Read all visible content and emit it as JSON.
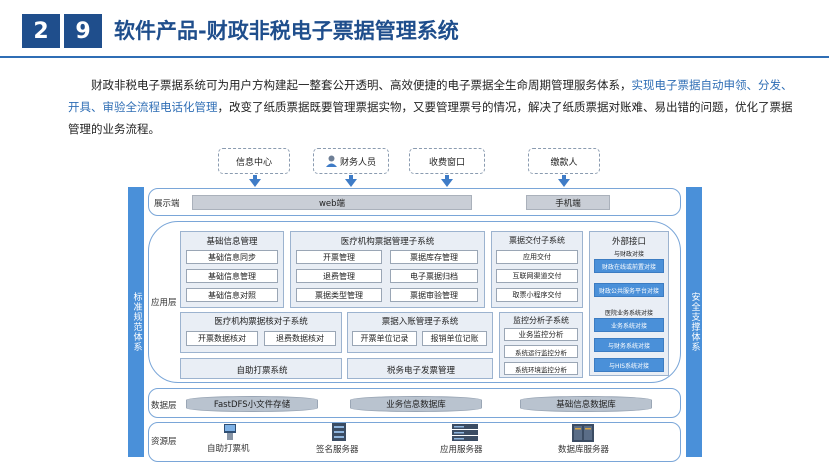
{
  "header": {
    "num1": "2",
    "num2": "9",
    "title": "软件产品-财政非税电子票据管理系统"
  },
  "intro": {
    "p1": "财政非税电子票据系统可为用户方构建起一整套公开透明、高效便捷的电子票据全生命周期管理服务体系，",
    "hl": "实现电子票据自动申领、分发、开具、审验全流程电话化管理",
    "p2": "，改变了纸质票据既要管理票据实物，又要管理票号的情况，解决了纸质票据对账难、易出错的问题，优化了票据管理的业务流程。"
  },
  "top_nodes": [
    "信息中心",
    "财务人员",
    "收费窗口",
    "缴款人"
  ],
  "side": {
    "left": "标准规范体系",
    "right": "安全支撑体系"
  },
  "layers": {
    "display": "展示端",
    "app": "应用层",
    "data": "数据层",
    "res": "资源层"
  },
  "display": {
    "web": "web端",
    "mobile": "手机端"
  },
  "basic": {
    "title": "基础信息管理",
    "items": [
      "基础信息同步",
      "基础信息管理",
      "基础信息对照"
    ]
  },
  "org": {
    "title": "医疗机构票据管理子系统",
    "items": [
      "开票管理",
      "票据库存管理",
      "退费管理",
      "电子票据归档",
      "票据类型管理",
      "票据审验管理"
    ]
  },
  "deliver": {
    "title": "票据交付子系统",
    "items": [
      "应用交付",
      "互联网渠道交付",
      "取票小程序交付"
    ]
  },
  "ext": {
    "title": "外部接口",
    "g1": "与财政对接",
    "g1items": [
      "财政在线或前置对接",
      "财政公共服务平台对接"
    ],
    "g2": "医院业务系统对接",
    "g2items": [
      "业务系统对接",
      "与财务系统对接",
      "与HIS系统对接"
    ]
  },
  "check": {
    "title": "医疗机构票据核对子系统",
    "items": [
      "开票数据核对",
      "退费数据核对"
    ]
  },
  "acct": {
    "title": "票据入账管理子系统",
    "items": [
      "开票单位记录",
      "报销单位记账"
    ]
  },
  "monitor": {
    "title": "监控分析子系统",
    "items": [
      "业务监控分析",
      "系统运行监控分析",
      "系统环境监控分析"
    ]
  },
  "bottom_app": [
    "自助打票系统",
    "税务电子发票管理"
  ],
  "data_items": [
    "FastDFS小文件存储",
    "业务信息数据库",
    "基础信息数据库"
  ],
  "res_items": [
    "自助打票机",
    "签名服务器",
    "应用服务器",
    "数据库服务器"
  ]
}
